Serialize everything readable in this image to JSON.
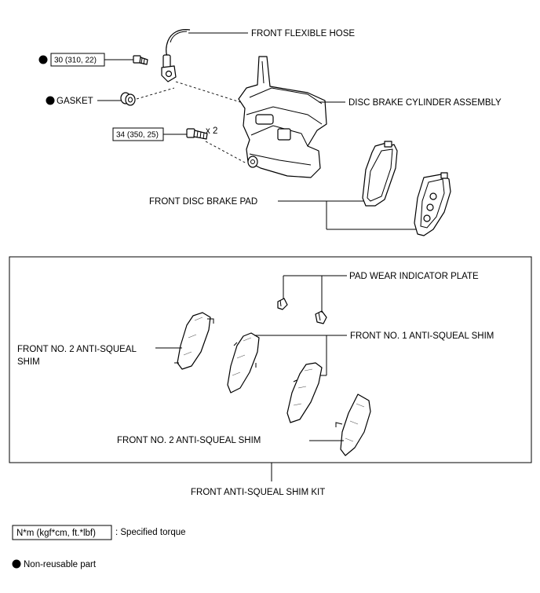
{
  "labels": {
    "front_flexible_hose": "FRONT FLEXIBLE HOSE",
    "disc_brake_cylinder_assembly": "DISC BRAKE CYLINDER ASSEMBLY",
    "gasket": "GASKET",
    "front_disc_brake_pad": "FRONT DISC BRAKE PAD",
    "pad_wear_indicator_plate": "PAD WEAR INDICATOR PLATE",
    "front_no1_anti_squeal_shim": "FRONT NO. 1 ANTI-SQUEAL SHIM",
    "front_no2_anti_squeal_shim_left_line1": "FRONT NO. 2 ANTI-SQUEAL",
    "front_no2_anti_squeal_shim_left_line2": "SHIM",
    "front_no2_anti_squeal_shim_bottom": "FRONT NO. 2 ANTI-SQUEAL SHIM",
    "front_anti_squeal_shim_kit": "FRONT ANTI-SQUEAL SHIM KIT",
    "quantity_x2": "x 2"
  },
  "torque": {
    "union_bolt": "30 (310, 22)",
    "caliper_bolt": "34 (350, 25)"
  },
  "legend": {
    "torque_units": "N*m (kgf*cm, ft.*lbf)",
    "torque_desc": ": Specified torque",
    "non_reusable": "Non-reusable part"
  },
  "colors": {
    "line": "#000000",
    "background": "#ffffff"
  },
  "icons": [
    "non-reusable-dot-icon"
  ]
}
